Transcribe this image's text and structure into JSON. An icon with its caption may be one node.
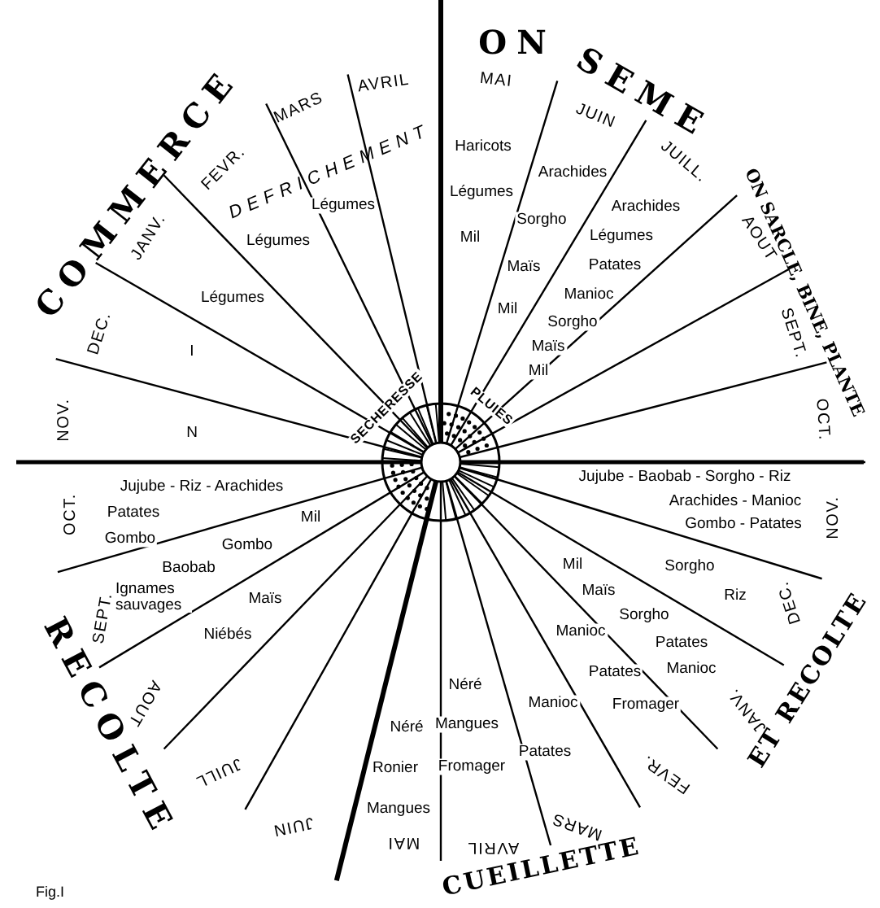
{
  "diagram": {
    "caption": "Fig.I",
    "labels": [
      "COMMERCE",
      "ON",
      "SEME",
      "ON SARCLE, BINE, PLANTE",
      "RECOLTE",
      "CUEILLETTE",
      "ET RECOLTE",
      "SECHERESSE",
      "PLUIES",
      "DEFRICHEMENT",
      "NOV.",
      "DEC.",
      "JANV.",
      "FEVR.",
      "MARS",
      "AVRIL",
      "MAI",
      "JUIN",
      "JUILL.",
      "AOUT",
      "SEPT.",
      "OCT.",
      "N",
      "I",
      "Légumes",
      "Légumes",
      "Légumes",
      "Haricots",
      "Légumes",
      "Mil",
      "Arachides",
      "Sorgho",
      "Maïs",
      "Mil",
      "Arachides",
      "Légumes",
      "Patates",
      "Manioc",
      "Sorgho",
      "Maïs",
      "Mil",
      "OCT.",
      "Jujube - Riz - Arachides",
      "Patates",
      "Gombo",
      "Mil",
      "Gombo",
      "Baobab",
      "Ignames sauvages",
      "SEPT.",
      "Maïs",
      "Niébés",
      "AOUT",
      "JUILL",
      "JUIN",
      "Néré",
      "Ronier",
      "Mangues",
      "MAI",
      "Néré",
      "Mangues",
      "Fromager",
      "AVRIL",
      "Manioc",
      "Patates",
      "MARS",
      "Manioc",
      "Patates",
      "Fromager",
      "FEVR.",
      "Mil",
      "Maïs",
      "Sorgho",
      "Patates",
      "Manioc",
      "JANV.",
      "Sorgho",
      "Riz",
      "DEC.",
      "Jujube - Baobab - Sorgho - Riz",
      "Arachides - Manioc",
      "Gombo - Patates",
      "NOV."
    ]
  }
}
